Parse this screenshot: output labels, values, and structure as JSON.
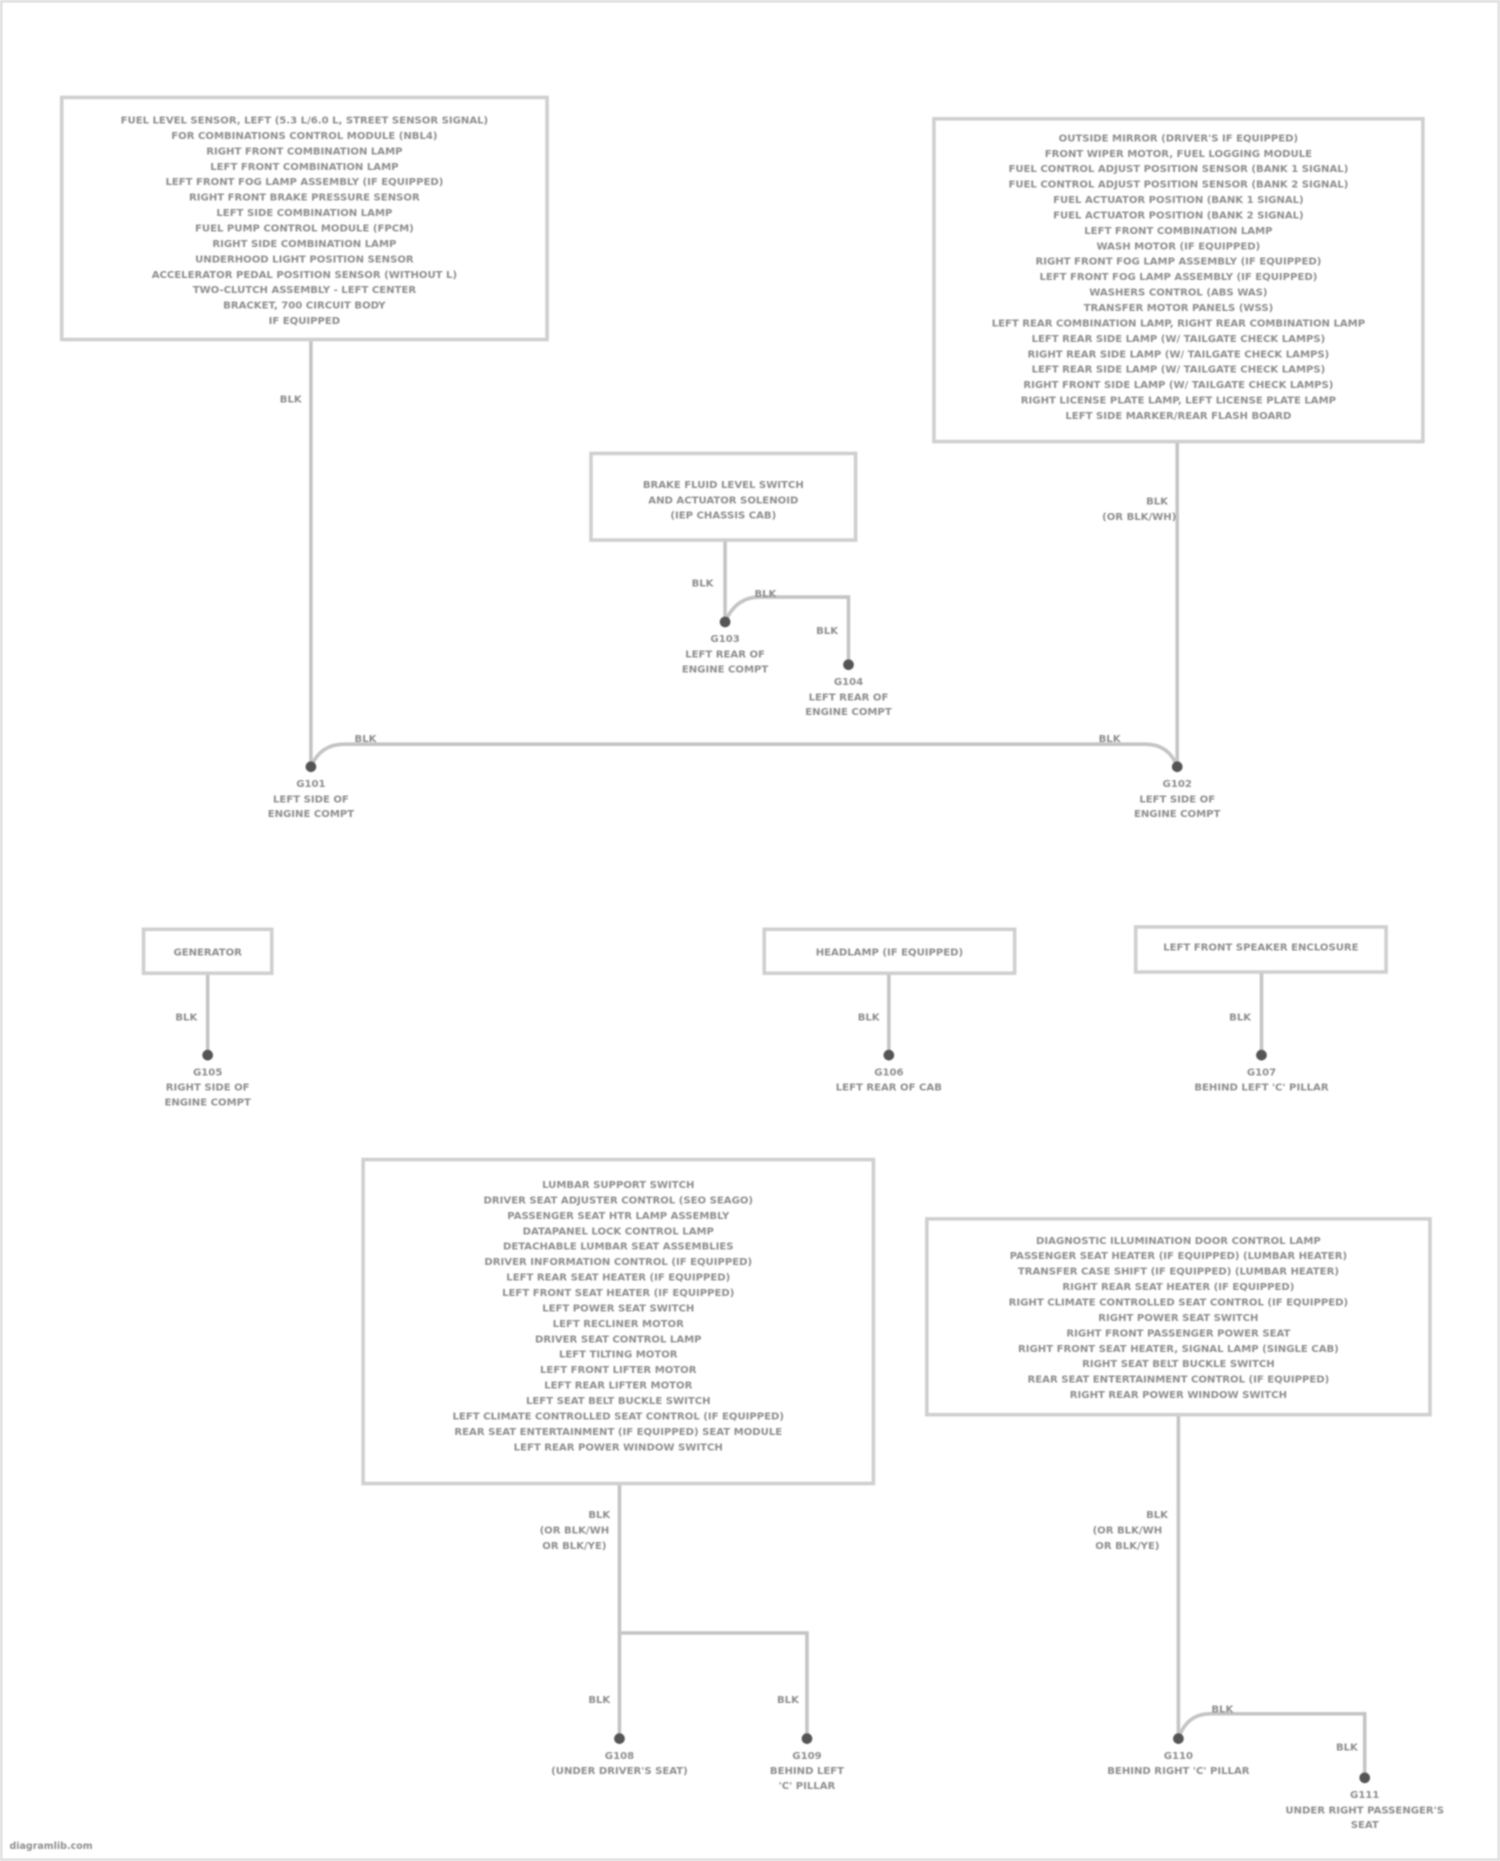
{
  "diagram": {
    "colors": {
      "wire": "#c4c4c4",
      "box_border": "#cfcfcf",
      "text": "#8e8e8e",
      "ground_node": "#555555"
    },
    "boxes": [
      {
        "lines": [
          "FUEL LEVEL SENSOR, LEFT (5.3 L/6.0 L, STREET SENSOR SIGNAL)",
          "FOR COMBINATIONS CONTROL MODULE (NBL4)",
          "RIGHT FRONT COMBINATION LAMP",
          "LEFT FRONT COMBINATION LAMP",
          "LEFT FRONT FOG LAMP ASSEMBLY (IF EQUIPPED)",
          "RIGHT FRONT BRAKE PRESSURE SENSOR",
          "LEFT SIDE COMBINATION LAMP",
          "FUEL PUMP CONTROL MODULE (FPCM)",
          "RIGHT SIDE COMBINATION LAMP",
          "UNDERHOOD LIGHT POSITION SENSOR",
          "ACCELERATOR PEDAL POSITION SENSOR (WITHOUT L)",
          "TWO-CLUTCH ASSEMBLY - LEFT CENTER",
          "BRACKET, 700 CIRCUIT BODY",
          "IF EQUIPPED"
        ]
      },
      {
        "lines": [
          "OUTSIDE MIRROR (DRIVER'S IF EQUIPPED)",
          "FRONT WIPER MOTOR, FUEL LOGGING MODULE",
          "FUEL CONTROL ADJUST POSITION SENSOR (BANK 1 SIGNAL)",
          "FUEL CONTROL ADJUST POSITION SENSOR (BANK 2 SIGNAL)",
          "FUEL ACTUATOR POSITION (BANK 1 SIGNAL)",
          "FUEL ACTUATOR POSITION (BANK 2 SIGNAL)",
          "LEFT FRONT COMBINATION LAMP",
          "WASH MOTOR (IF EQUIPPED)",
          "RIGHT FRONT FOG LAMP ASSEMBLY (IF EQUIPPED)",
          "LEFT FRONT FOG LAMP ASSEMBLY (IF EQUIPPED)",
          "WASHERS CONTROL (ABS WAS)",
          "TRANSFER MOTOR PANELS (WSS)",
          "LEFT REAR COMBINATION LAMP, RIGHT REAR COMBINATION LAMP",
          "LEFT REAR SIDE LAMP (W/ TAILGATE CHECK LAMPS)",
          "RIGHT REAR SIDE LAMP (W/ TAILGATE CHECK LAMPS)",
          "LEFT REAR SIDE LAMP (W/ TAILGATE CHECK LAMPS)",
          "RIGHT FRONT SIDE LAMP (W/ TAILGATE CHECK LAMPS)",
          "RIGHT LICENSE PLATE LAMP, LEFT LICENSE PLATE LAMP",
          "LEFT SIDE MARKER/REAR FLASH BOARD"
        ]
      },
      {
        "lines": [
          "BRAKE FLUID LEVEL SWITCH",
          "AND ACTUATOR SOLENOID",
          "(IEP CHASSIS CAB)"
        ]
      },
      {
        "lines": [
          "GENERATOR"
        ]
      },
      {
        "lines": [
          "HEADLAMP (IF EQUIPPED)"
        ]
      },
      {
        "lines": [
          "LEFT FRONT SPEAKER ENCLOSURE"
        ]
      },
      {
        "lines": [
          "LUMBAR SUPPORT SWITCH",
          "DRIVER SEAT ADJUSTER CONTROL (SEO SEAGO)",
          "PASSENGER SEAT HTR LAMP ASSEMBLY",
          "DATAPANEL LOCK CONTROL LAMP",
          "DETACHABLE LUMBAR SEAT ASSEMBLIES",
          "DRIVER INFORMATION CONTROL (IF EQUIPPED)",
          "LEFT REAR SEAT HEATER (IF EQUIPPED)",
          "LEFT FRONT SEAT HEATER (IF EQUIPPED)",
          "LEFT POWER SEAT SWITCH",
          "LEFT RECLINER MOTOR",
          "DRIVER SEAT CONTROL LAMP",
          "LEFT TILTING MOTOR",
          "LEFT FRONT LIFTER MOTOR",
          "LEFT REAR LIFTER MOTOR",
          "LEFT SEAT BELT BUCKLE SWITCH",
          "LEFT CLIMATE CONTROLLED SEAT CONTROL (IF EQUIPPED)",
          "REAR SEAT ENTERTAINMENT (IF EQUIPPED) SEAT MODULE",
          "LEFT REAR POWER WINDOW SWITCH"
        ]
      },
      {
        "lines": [
          "DIAGNOSTIC ILLUMINATION DOOR CONTROL LAMP",
          "PASSENGER SEAT HEATER (IF EQUIPPED) (LUMBAR HEATER)",
          "TRANSFER CASE SHIFT (IF EQUIPPED) (LUMBAR HEATER)",
          "RIGHT REAR SEAT HEATER (IF EQUIPPED)",
          "RIGHT CLIMATE CONTROLLED SEAT CONTROL (IF EQUIPPED)",
          "RIGHT POWER SEAT SWITCH",
          "RIGHT FRONT PASSENGER POWER SEAT",
          "RIGHT FRONT SEAT HEATER, SIGNAL LAMP (SINGLE CAB)",
          "RIGHT SEAT BELT BUCKLE SWITCH",
          "REAR SEAT ENTERTAINMENT CONTROL (IF EQUIPPED)",
          "RIGHT REAR POWER WINDOW SWITCH"
        ]
      }
    ],
    "grounds": [
      {
        "id": "G101",
        "location": [
          "LEFT SIDE OF",
          "ENGINE COMPT"
        ]
      },
      {
        "id": "G102",
        "location": [
          "LEFT SIDE OF",
          "ENGINE COMPT"
        ]
      },
      {
        "id": "G103",
        "location": [
          "LEFT REAR OF",
          "ENGINE COMPT"
        ]
      },
      {
        "id": "G104",
        "location": [
          "LEFT REAR OF",
          "ENGINE COMPT"
        ]
      },
      {
        "id": "G105",
        "location": [
          "RIGHT SIDE OF",
          "ENGINE COMPT"
        ]
      },
      {
        "id": "G106",
        "location": [
          "LEFT REAR OF CAB"
        ]
      },
      {
        "id": "G107",
        "location": [
          "BEHIND LEFT 'C' PILLAR"
        ]
      },
      {
        "id": "G108",
        "location": [
          "(UNDER DRIVER'S SEAT)"
        ]
      },
      {
        "id": "G109",
        "location": [
          "BEHIND LEFT",
          "'C' PILLAR"
        ]
      },
      {
        "id": "G110",
        "location": [
          "BEHIND RIGHT 'C' PILLAR"
        ]
      },
      {
        "id": "G111",
        "location": [
          "UNDER RIGHT PASSENGER'S",
          "SEAT"
        ]
      }
    ],
    "wire_labels": [
      "BLK",
      "BLK",
      "(OR BLK/WH)",
      "BLK",
      "BLK",
      "BLK",
      "BLK",
      "BLK",
      "BLK",
      "BLK",
      "BLK",
      "BLK",
      "(OR BLK/WH",
      "OR BLK/YE)",
      "BLK",
      "BLK",
      "BLK",
      "(OR BLK/WH",
      "OR BLK/YE)",
      "BLK",
      "BLK"
    ],
    "watermark": "diagramlib.com"
  }
}
